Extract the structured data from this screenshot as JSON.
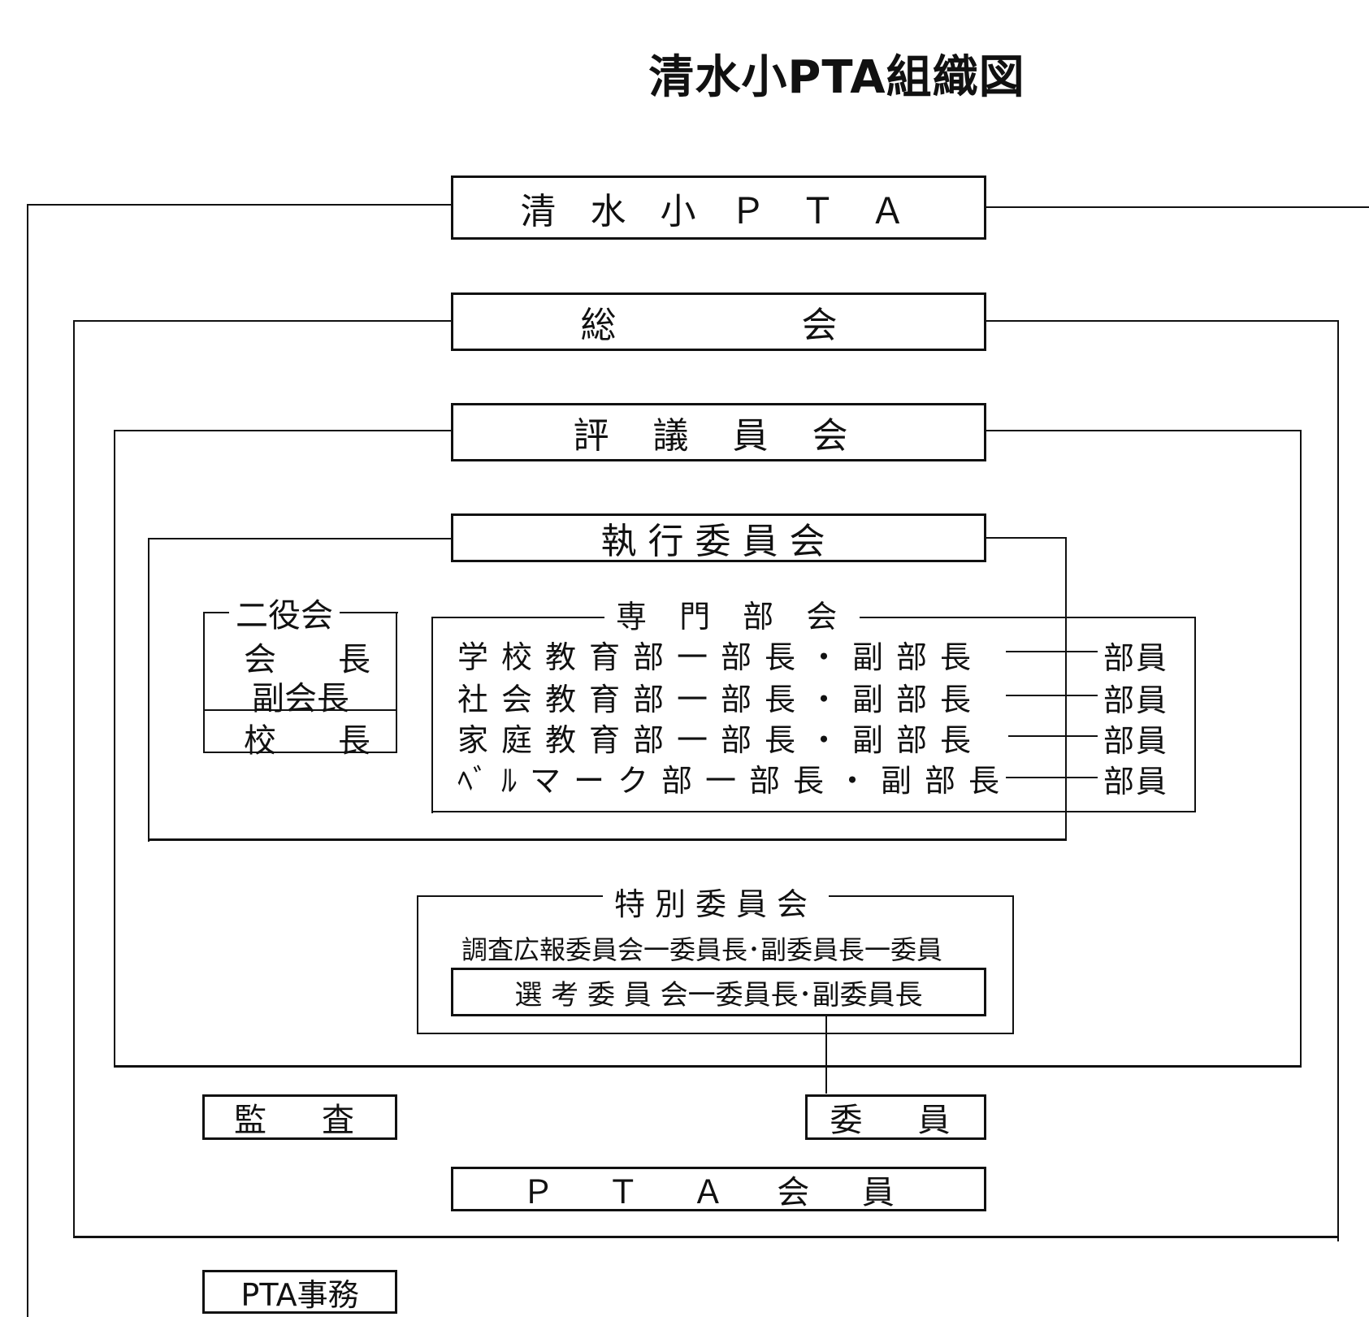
{
  "title": "清水小PTA組織図",
  "nodes": {
    "pta": "清 水 小 Ｐ Ｔ Ａ",
    "general_meeting": "総　　　会",
    "council": "評 議 員 会",
    "executive": "執行委員会",
    "officers_group": "二役会",
    "president": "会　長",
    "vice_president": "副会長",
    "principal": "校　長",
    "departments_group": "専 門 部 会",
    "departments": [
      {
        "name": "学校教育部一部長・副部長",
        "members": "部員"
      },
      {
        "name": "社会教育部一部長・副部長",
        "members": "部員"
      },
      {
        "name": "家庭教育部一部長・副部長",
        "members": "部員"
      },
      {
        "name": "ﾍﾞﾙマーク部一部長・副部長",
        "members": "部員"
      }
    ],
    "special_committees": "特別委員会",
    "research_pr": "調査広報委員会一委員長･副委員長一委員",
    "selection": "選 考 委 員 会一委員長･副委員長",
    "audit": "監　査",
    "committee_members": "委　員",
    "pta_members": "Ｐ Ｔ Ａ 会 員",
    "pta_office": "PTA事務"
  }
}
